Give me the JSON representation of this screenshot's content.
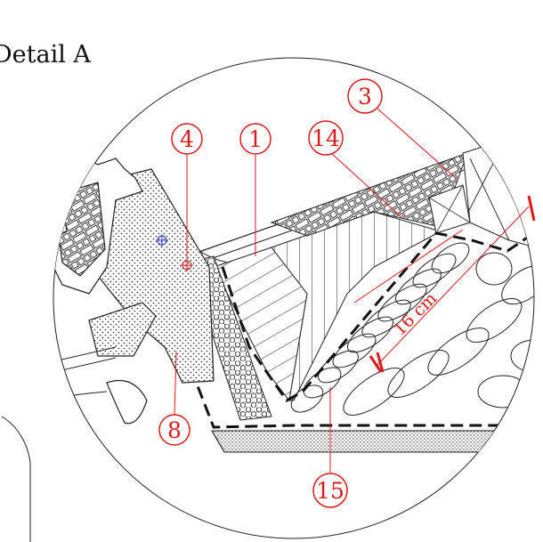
{
  "title": "Detail A",
  "callouts": [
    {
      "id": "c1",
      "label": "1"
    },
    {
      "id": "c3",
      "label": "3"
    },
    {
      "id": "c4",
      "label": "4"
    },
    {
      "id": "c8",
      "label": "8"
    },
    {
      "id": "c14",
      "label": "14"
    },
    {
      "id": "c15",
      "label": "15"
    }
  ],
  "dimension": {
    "label": "16 cm"
  },
  "colors": {
    "callout": "#d81b1b",
    "linework": "#111111",
    "symbol": "#2b3bd6"
  }
}
